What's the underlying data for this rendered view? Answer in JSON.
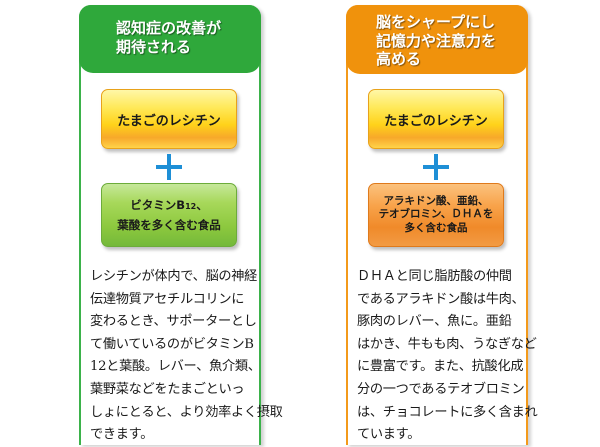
{
  "cards": [
    {
      "theme_color": "#2fa83b",
      "header_lines": [
        "認知症の改善が",
        "期待される"
      ],
      "primary_item": "たまごのレシチン",
      "plus_symbol": "+",
      "secondary_item": {
        "line1_prefix": "ビタミンB",
        "line1_sub": "12",
        "line1_suffix": "、",
        "line2": "葉酸を多く含む食品"
      },
      "body_lines": [
        "レシチンが体内で、脳の神経",
        "伝達物質アセチルコリンに",
        "変わるとき、サポーターとし",
        "て働いているのがビタミンB",
        "12と葉酸。レバー、魚介類、",
        "葉野菜などをたまごといっ",
        "しょにとると、より効率よく摂取",
        "できます。"
      ]
    },
    {
      "theme_color": "#f0920c",
      "header_lines": [
        "脳をシャープにし",
        "記憶力や注意力を",
        "高める"
      ],
      "primary_item": "たまごのレシチン",
      "plus_symbol": "+",
      "secondary_item": {
        "lines": [
          "アラキドン酸、亜鉛、",
          "テオブロミン、ＤＨＡを",
          "多く含む食品"
        ]
      },
      "body_lines": [
        "ＤＨＡと同じ脂肪酸の仲間",
        "であるアラキドン酸は牛肉、",
        "豚肉のレバー、魚に。亜鉛",
        "はかき、牛もも肉、うなぎなど",
        "に豊富です。また、抗酸化成",
        "分の一つであるテオブロミン",
        "は、チョコレートに多く含まれ",
        "ています。"
      ]
    }
  ]
}
